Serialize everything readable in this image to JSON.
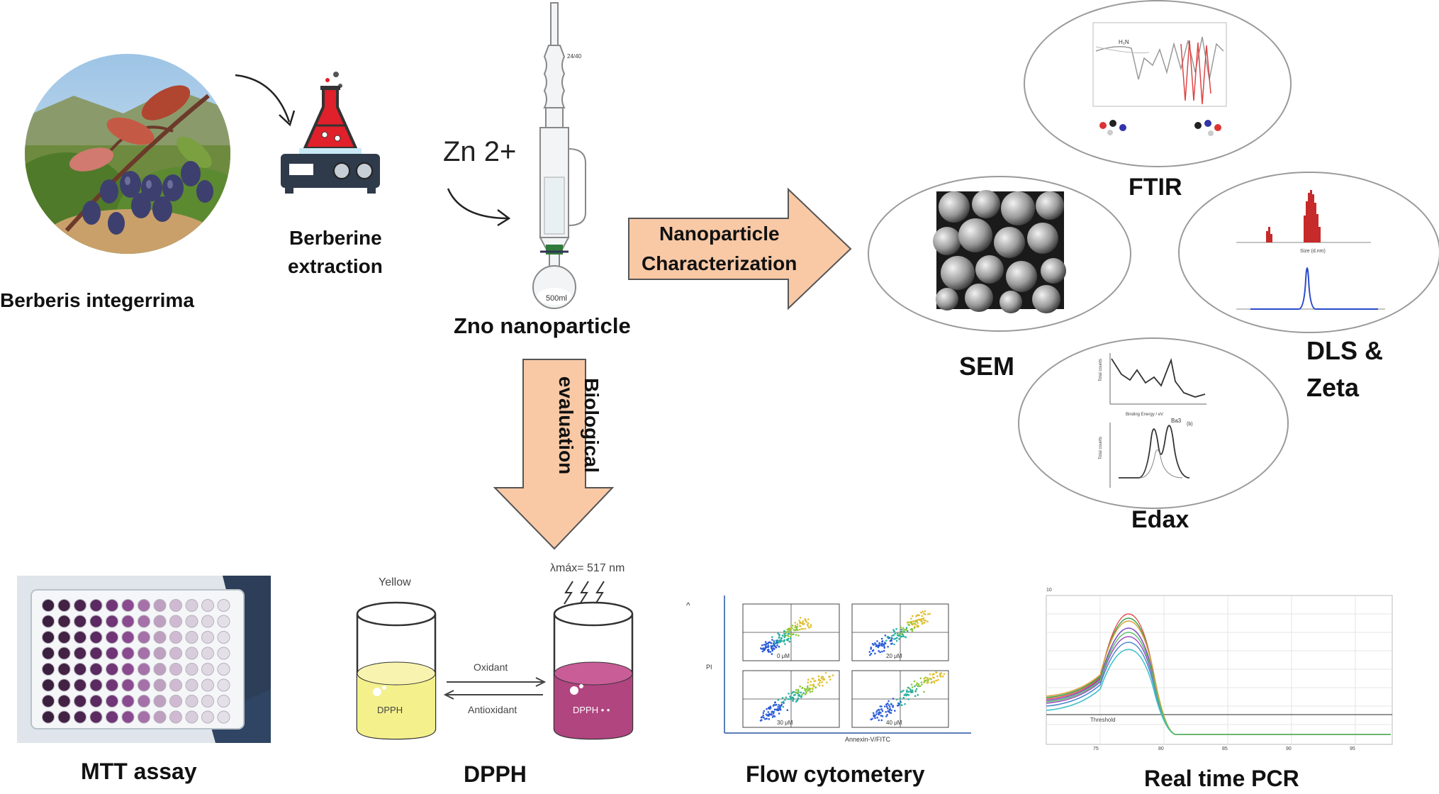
{
  "labels": {
    "plant": "Berberis integerrima",
    "extraction_1": "Berberine",
    "extraction_2": "extraction",
    "zinc": "Zn 2+",
    "nanoparticle": "Zno nanoparticle",
    "flask_volume": "500ml",
    "characterization_1": "Nanoparticle",
    "characterization_2": "Characterization",
    "biological_1": "Biological",
    "biological_2": "evaluation",
    "ftir": "FTIR",
    "sem": "SEM",
    "dls": "DLS &",
    "zeta": "Zeta",
    "edax": "Edax",
    "mtt": "MTT assay",
    "dpph": "DPPH",
    "flow": "Flow cytometery",
    "pcr": "Real time PCR"
  },
  "dpph": {
    "yellow": "Yellow",
    "lambda": "λmáx= 517 nm",
    "oxidant": "Oxidant",
    "antioxidant": "Antioxidant",
    "left_beaker": "DPPH",
    "right_beaker": "DPPH • •"
  },
  "flow": {
    "panels": [
      "0 μM",
      "20 μM",
      "30 μM",
      "40 μM"
    ],
    "xaxis": "Annexin-V/FITC",
    "yaxis": "PI"
  },
  "pcr": {
    "threshold": "Threshold"
  },
  "colors": {
    "arrow_fill": "#f9c9a6",
    "arrow_stroke": "#555555",
    "flask_red": "#e0202a",
    "dpph_yellow": "#f4f08c",
    "dpph_purple": "#b0457f"
  }
}
